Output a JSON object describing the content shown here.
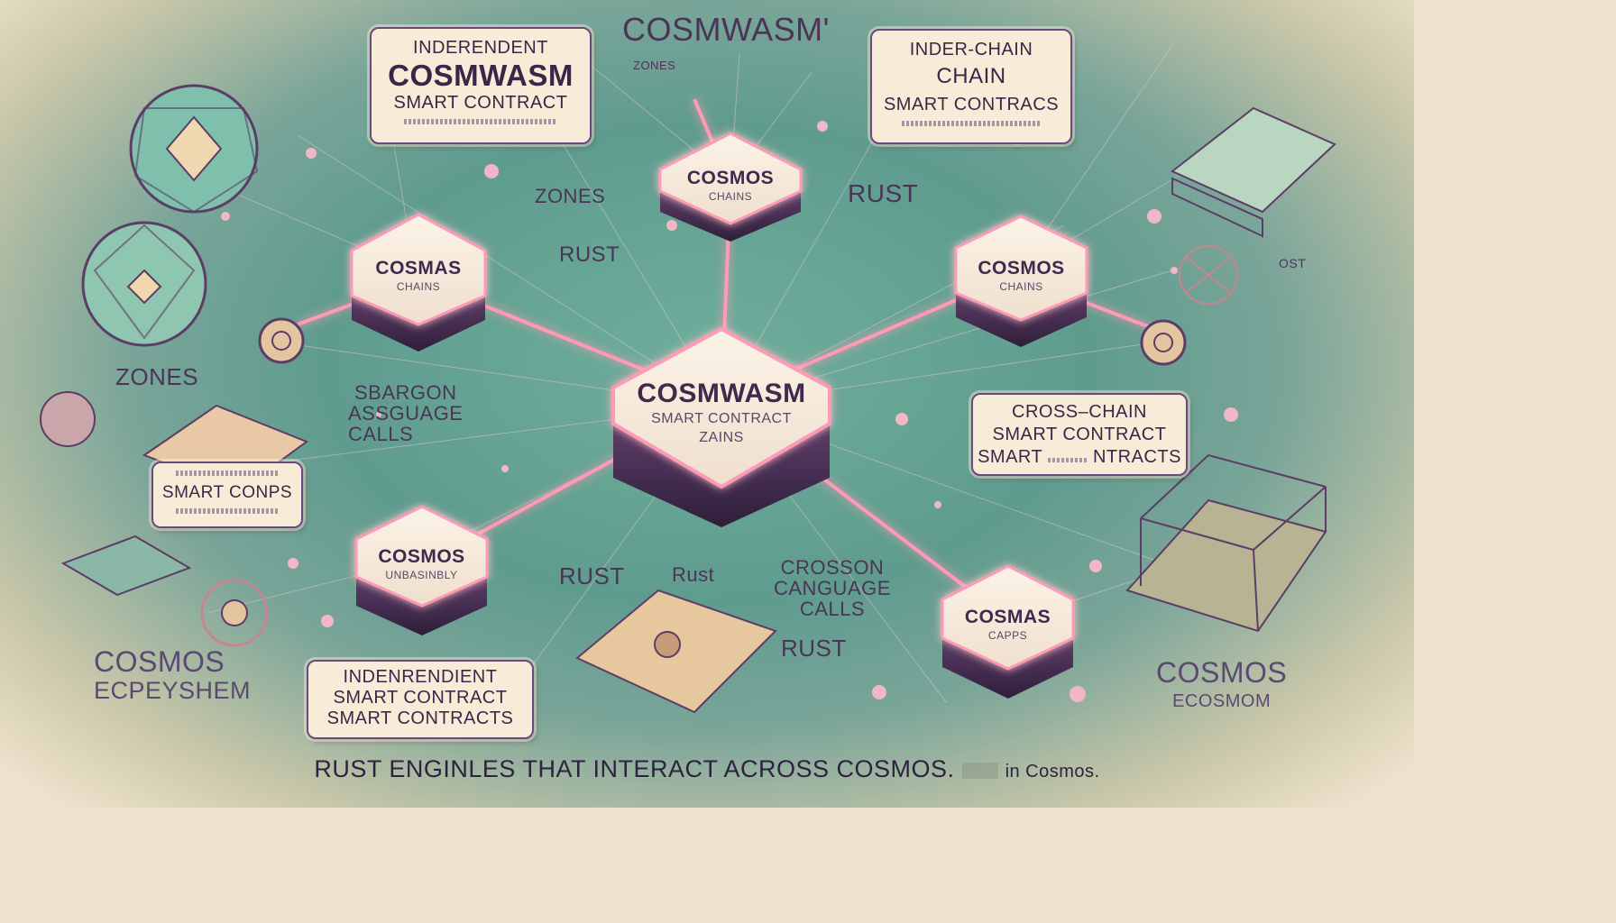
{
  "title": "COSMWASM'",
  "labels": {
    "zones_top": "ZONES",
    "zones_mid": "ZONES",
    "zones_left": "ZONES",
    "rust_top": "RUST",
    "rust_mid": "RUST",
    "rust_bottom_left": "RUST",
    "rust_bottom_mid": "Rust",
    "rust_bottom_right": "RUST",
    "sbargon_line1": "SBARGON",
    "sbargon_line2": "ASSGUAGE",
    "sbargon_line3": "CALLS",
    "crosson_line1": "CROSSON",
    "crosson_line2": "CANGUAGE",
    "crosson_line3": "CALLS",
    "ecosystem_left_line1": "COSMOS",
    "ecosystem_left_line2": "ECPEYSHEM",
    "ecosystem_right_line1": "COSMOS",
    "ecosystem_right_line2": "ECOSMOM",
    "ost": "OST"
  },
  "cards": {
    "top_left": {
      "line1": "INDERENDENT",
      "line2": "COSMWASM",
      "line3": "SMART CONTRACT"
    },
    "top_right": {
      "line1": "INDER-CHAIN",
      "line2": "CHAIN",
      "line3": "SMART CONTRACS"
    },
    "right": {
      "line1": "CROSS–CHAIN",
      "line2": "SMART CONTRACT",
      "line3": "SMART",
      "line3b": "NTRACTS"
    },
    "left": {
      "line1": "SMART CONPS"
    },
    "bottom": {
      "line1": "INDENRENDIENT",
      "line2": "SMART CONTRACT",
      "line3": "SMART CONTRACTS"
    }
  },
  "hexes": {
    "center": {
      "title": "COSMWASM",
      "line2": "SMART CONTRACT",
      "line3": "ZAINS"
    },
    "top": {
      "title": "COSMOS",
      "sub": "CHAINS"
    },
    "left": {
      "title": "COSMAS",
      "sub": "CHAINS"
    },
    "right": {
      "title": "COSMOS",
      "sub": "CHAINS"
    },
    "bottom_left": {
      "title": "COSMOS",
      "sub": "UNBASINBLY"
    },
    "bottom_right": {
      "title": "COSMAS",
      "sub": "CAPPS"
    }
  },
  "caption": {
    "main": "RUST  ENGINLES THAT INTERACT  ACROSS  COSMOS.",
    "tail": "in Cosmos."
  },
  "colors": {
    "glow": "#ff8fb0",
    "teal": "#5f9c8e",
    "ink": "#4a3556",
    "paper": "#f7ecd8"
  }
}
